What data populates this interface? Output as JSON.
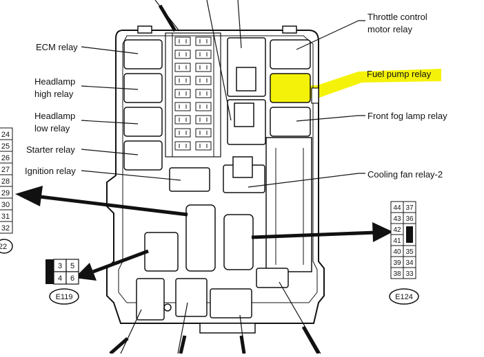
{
  "diagram": {
    "relay_labels": {
      "ecm": "ECM relay",
      "headlamp_high": [
        "Headlamp",
        "high relay"
      ],
      "headlamp_low": [
        "Headlamp",
        "low relay"
      ],
      "starter": "Starter relay",
      "ignition": "Ignition relay",
      "throttle": [
        "Throttle control",
        "motor relay"
      ],
      "fuel_pump": "Fuel pump relay",
      "front_fog": "Front fog lamp relay",
      "cooling_fan": "Cooling fan relay-2"
    },
    "left_fuse_numbers": [
      "24",
      "25",
      "26",
      "27",
      "28",
      "29",
      "30",
      "31",
      "32"
    ],
    "left_connector_id": "22",
    "e119": {
      "id": "E119",
      "pins": [
        "3",
        "5",
        "4",
        "6"
      ]
    },
    "e124": {
      "id": "E124",
      "pins_left": [
        "44",
        "43",
        "42",
        "41",
        "40",
        "39",
        "38"
      ],
      "pins_right": [
        "37",
        "36",
        "",
        "",
        "35",
        "34",
        "33"
      ]
    },
    "colors": {
      "highlight": "#f5f20a",
      "ink": "#111111",
      "background": "#ffffff"
    }
  }
}
